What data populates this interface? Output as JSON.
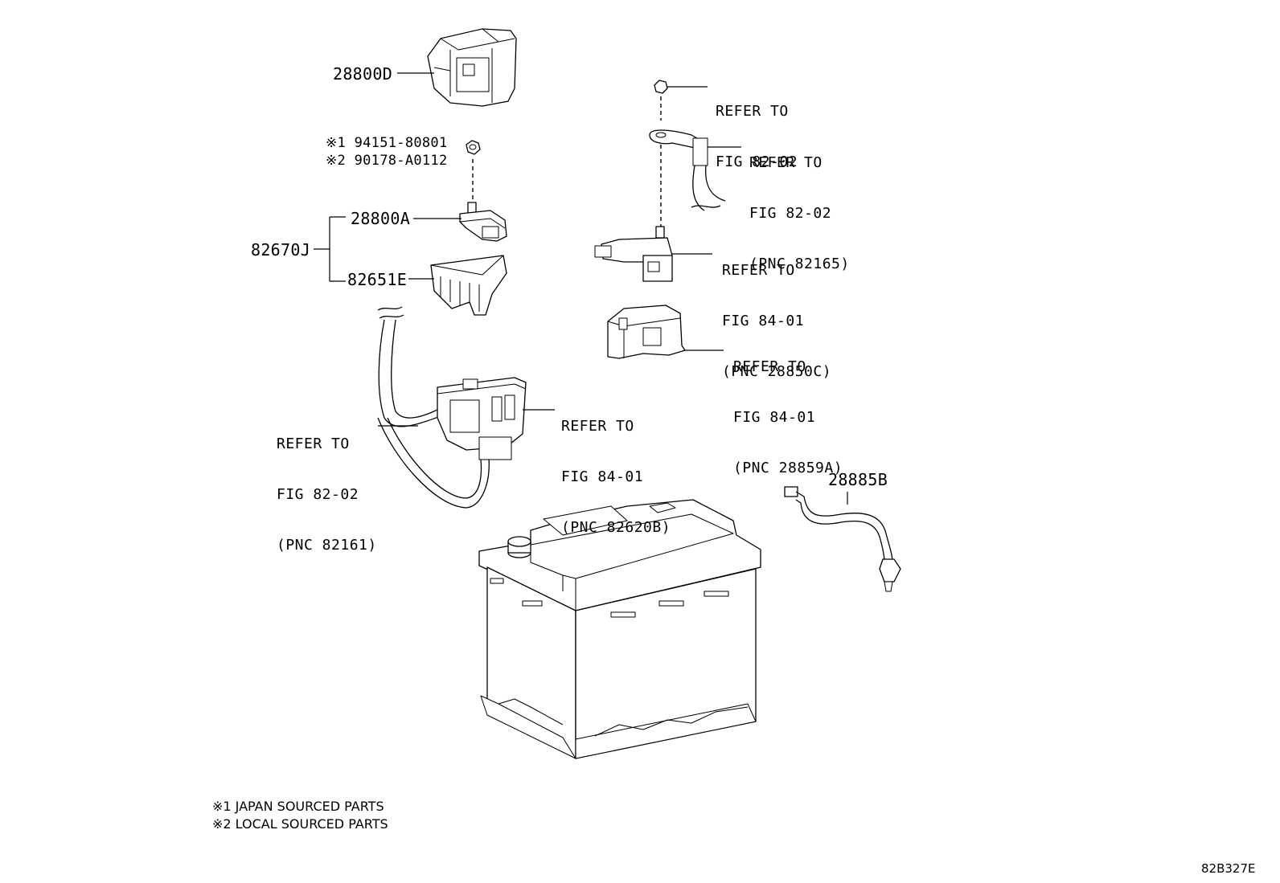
{
  "parts": {
    "p28800D": "28800D",
    "bolt_line1": "※1 94151-80801",
    "bolt_line2": "※2 90178-A0112",
    "p82670J": "82670J",
    "p28800A": "28800A",
    "p82651E": "82651E",
    "p28885B": "28885B"
  },
  "refs": {
    "r1": {
      "l1": "REFER TO",
      "l2": "FIG 82-02"
    },
    "r2": {
      "l1": "REFER TO",
      "l2": "FIG 82-02",
      "l3": "(PNC 82165)"
    },
    "r3": {
      "l1": "REFER TO",
      "l2": "FIG 84-01",
      "l3": "(PNC 28850C)"
    },
    "r4": {
      "l1": "REFER TO",
      "l2": "FIG 84-01",
      "l3": "(PNC 28859A)"
    },
    "r5": {
      "l1": "REFER TO",
      "l2": "FIG 84-01",
      "l3": "(PNC 82620B)"
    },
    "r6": {
      "l1": "REFER TO",
      "l2": "FIG 82-02",
      "l3": "(PNC 82161)"
    }
  },
  "notes": {
    "n1": "※1 JAPAN SOURCED PARTS",
    "n2": "※2 LOCAL SOURCED PARTS"
  },
  "figure_id": "82B327E"
}
